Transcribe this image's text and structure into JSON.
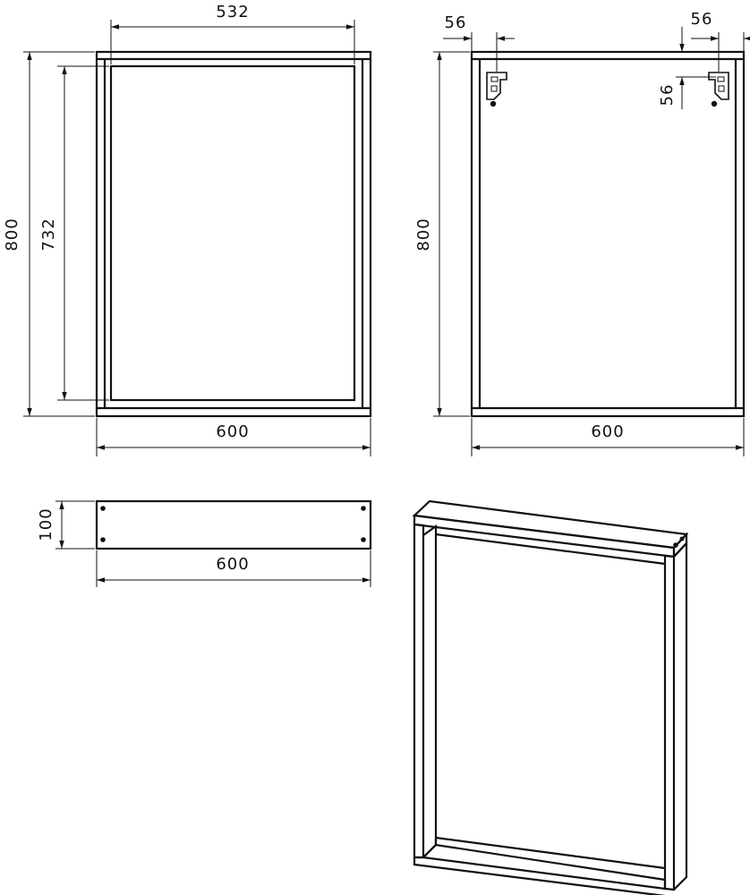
{
  "views": {
    "front": {
      "inner_width": "532",
      "inner_height": "732",
      "height": "800",
      "width": "600"
    },
    "back": {
      "hanger_offset_left": "56",
      "hanger_offset_right": "56",
      "hanger_offset_top": "56",
      "height": "800",
      "width": "600"
    },
    "top": {
      "depth": "100",
      "width": "600"
    }
  }
}
